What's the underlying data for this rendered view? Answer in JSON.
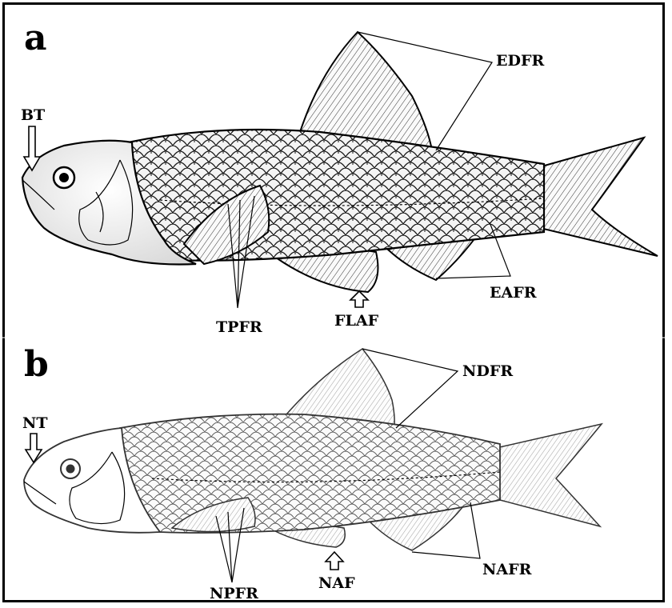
{
  "panels": [
    {
      "letter": "a",
      "labels": {
        "head": "BT",
        "dorsal": "EDFR",
        "pectoral": "TPFR",
        "anal_fin": "FLAF",
        "anal_rays": "EAFR"
      }
    },
    {
      "letter": "b",
      "labels": {
        "head": "NT",
        "dorsal": "NDFR",
        "pectoral": "NPFR",
        "anal_fin": "NAF",
        "anal_rays": "NAFR"
      }
    }
  ],
  "colors": {
    "ink": "#000000",
    "background": "#ffffff",
    "fish_a_fill": "#f2f2f2",
    "fish_b_fill": "#fafafa"
  }
}
